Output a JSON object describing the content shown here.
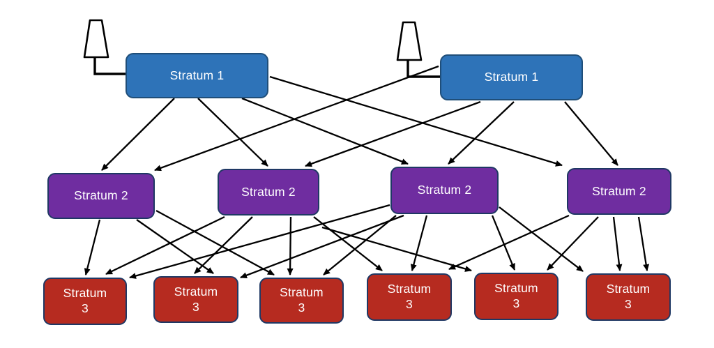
{
  "diagram": {
    "type": "hierarchy-diagram",
    "stratum1_nodes": [
      {
        "id": "s1a",
        "label": "Stratum 1"
      },
      {
        "id": "s1b",
        "label": "Stratum 1"
      }
    ],
    "stratum2_nodes": [
      {
        "id": "s2a",
        "label": "Stratum 2"
      },
      {
        "id": "s2b",
        "label": "Stratum 2"
      },
      {
        "id": "s2c",
        "label": "Stratum 2"
      },
      {
        "id": "s2d",
        "label": "Stratum 2"
      }
    ],
    "stratum3_nodes": [
      {
        "id": "s3a",
        "line1": "Stratum",
        "line2": "3"
      },
      {
        "id": "s3b",
        "line1": "Stratum",
        "line2": "3"
      },
      {
        "id": "s3c",
        "line1": "Stratum",
        "line2": "3"
      },
      {
        "id": "s3d",
        "line1": "Stratum",
        "line2": "3"
      },
      {
        "id": "s3e",
        "line1": "Stratum",
        "line2": "3"
      },
      {
        "id": "s3f",
        "line1": "Stratum",
        "line2": "3"
      }
    ],
    "icons": [
      "antenna-icon",
      "antenna-icon"
    ],
    "edges": [
      {
        "from": "s1a",
        "to": "s2a"
      },
      {
        "from": "s1a",
        "to": "s2b"
      },
      {
        "from": "s1a",
        "to": "s2c"
      },
      {
        "from": "s1a",
        "to": "s2d"
      },
      {
        "from": "s1b",
        "to": "s2a"
      },
      {
        "from": "s1b",
        "to": "s2b"
      },
      {
        "from": "s1b",
        "to": "s2c"
      },
      {
        "from": "s1b",
        "to": "s2d"
      },
      {
        "from": "s2a",
        "to": "s3a"
      },
      {
        "from": "s2a",
        "to": "s3b"
      },
      {
        "from": "s2a",
        "to": "s3c"
      },
      {
        "from": "s2b",
        "to": "s3a"
      },
      {
        "from": "s2b",
        "to": "s3b"
      },
      {
        "from": "s2b",
        "to": "s3c"
      },
      {
        "from": "s2b",
        "to": "s3d"
      },
      {
        "from": "s2b",
        "to": "s3e"
      },
      {
        "from": "s2c",
        "to": "s3a"
      },
      {
        "from": "s2c",
        "to": "s3b"
      },
      {
        "from": "s2c",
        "to": "s3c"
      },
      {
        "from": "s2c",
        "to": "s3d"
      },
      {
        "from": "s2c",
        "to": "s3e"
      },
      {
        "from": "s2c",
        "to": "s3f"
      },
      {
        "from": "s2d",
        "to": "s3d"
      },
      {
        "from": "s2d",
        "to": "s3e"
      },
      {
        "from": "s2d",
        "to": "s3f"
      },
      {
        "from": "s2d",
        "to": "s3f"
      }
    ],
    "colors": {
      "stratum1_fill": "#2E73B8",
      "stratum1_border": "#1F4E79",
      "stratum2_fill": "#6F2DA0",
      "stratum2_border": "#1F3864",
      "stratum3_fill": "#B62B20",
      "stratum3_border": "#1F3864",
      "arrow": "#000000",
      "text": "#FFFFFF",
      "background": "#FFFFFF"
    }
  }
}
